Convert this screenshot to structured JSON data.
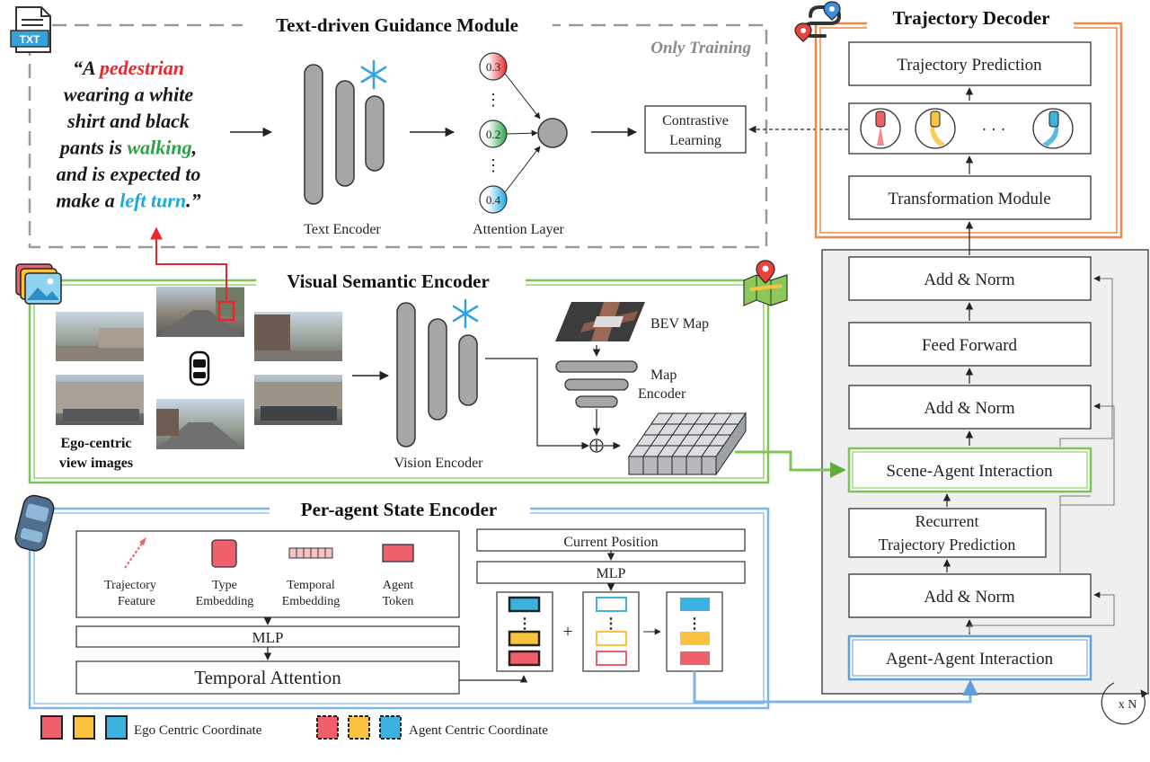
{
  "text_module": {
    "title": "Text-driven Guidance Module",
    "only_training": "Only Training",
    "caption_lines": [
      [
        {
          "t": "“A ",
          "c": "#1a1a1a"
        },
        {
          "t": "pedestrian",
          "c": "#e8262b"
        }
      ],
      [
        {
          "t": "wearing a white",
          "c": "#1a1a1a"
        }
      ],
      [
        {
          "t": "shirt and black",
          "c": "#1a1a1a"
        }
      ],
      [
        {
          "t": "pants is ",
          "c": "#1a1a1a"
        },
        {
          "t": "walking",
          "c": "#2aa345"
        },
        {
          "t": ",",
          "c": "#1a1a1a"
        }
      ],
      [
        {
          "t": "and is expected to",
          "c": "#1a1a1a"
        }
      ],
      [
        {
          "t": "make a ",
          "c": "#1a1a1a"
        },
        {
          "t": "left turn",
          "c": "#1ba9e1"
        },
        {
          "t": ".”",
          "c": "#1a1a1a"
        }
      ]
    ],
    "text_encoder": "Text Encoder",
    "attention_layer": "Attention Layer",
    "attention_weights": [
      "0.3",
      "0.2",
      "0.4"
    ],
    "dots": "⋮",
    "contrastive_1": "Contrastive",
    "contrastive_2": "Learning",
    "txt_icon": "TXT"
  },
  "decoder": {
    "title": "Trajectory Decoder",
    "prediction": "Trajectory Prediction",
    "transformation": "Transformation Module",
    "ellipsis": "· · ·"
  },
  "visual": {
    "title": "Visual Semantic Encoder",
    "ego_1": "Ego-centric",
    "ego_2": "view images",
    "vision_encoder": "Vision Encoder",
    "bev_map": "BEV Map",
    "map_encoder_1": "Map",
    "map_encoder_2": "Encoder"
  },
  "stack": {
    "add_norm": "Add & Norm",
    "feed_forward": "Feed Forward",
    "scene_agent": "Scene-Agent Interaction",
    "recurrent_1": "Recurrent",
    "recurrent_2": "Trajectory Prediction",
    "agent_agent": "Agent-Agent Interaction",
    "repeat": "x N"
  },
  "state": {
    "title": "Per-agent State Encoder",
    "traj_feature_1": "Trajectory",
    "traj_feature_2": "Feature",
    "type_emb_1": "Type",
    "type_emb_2": "Embedding",
    "temp_emb_1": "Temporal",
    "temp_emb_2": "Embedding",
    "agent_token_1": "Agent",
    "agent_token_2": "Token",
    "mlp": "MLP",
    "temporal_attention": "Temporal Attention",
    "current_position": "Current Position",
    "mlp2": "MLP",
    "plus": "+"
  },
  "legend": {
    "ego": "Ego Centric Coordinate",
    "agent": "Agent Centric Coordinate"
  },
  "colors": {
    "red": "#f0606a",
    "yellow": "#f9c340",
    "blue": "#3cb2de",
    "green_border": "#7cc456",
    "orange_border": "#f0874a",
    "blue_border": "#7fb5e6",
    "grey_panel": "#efefef"
  }
}
